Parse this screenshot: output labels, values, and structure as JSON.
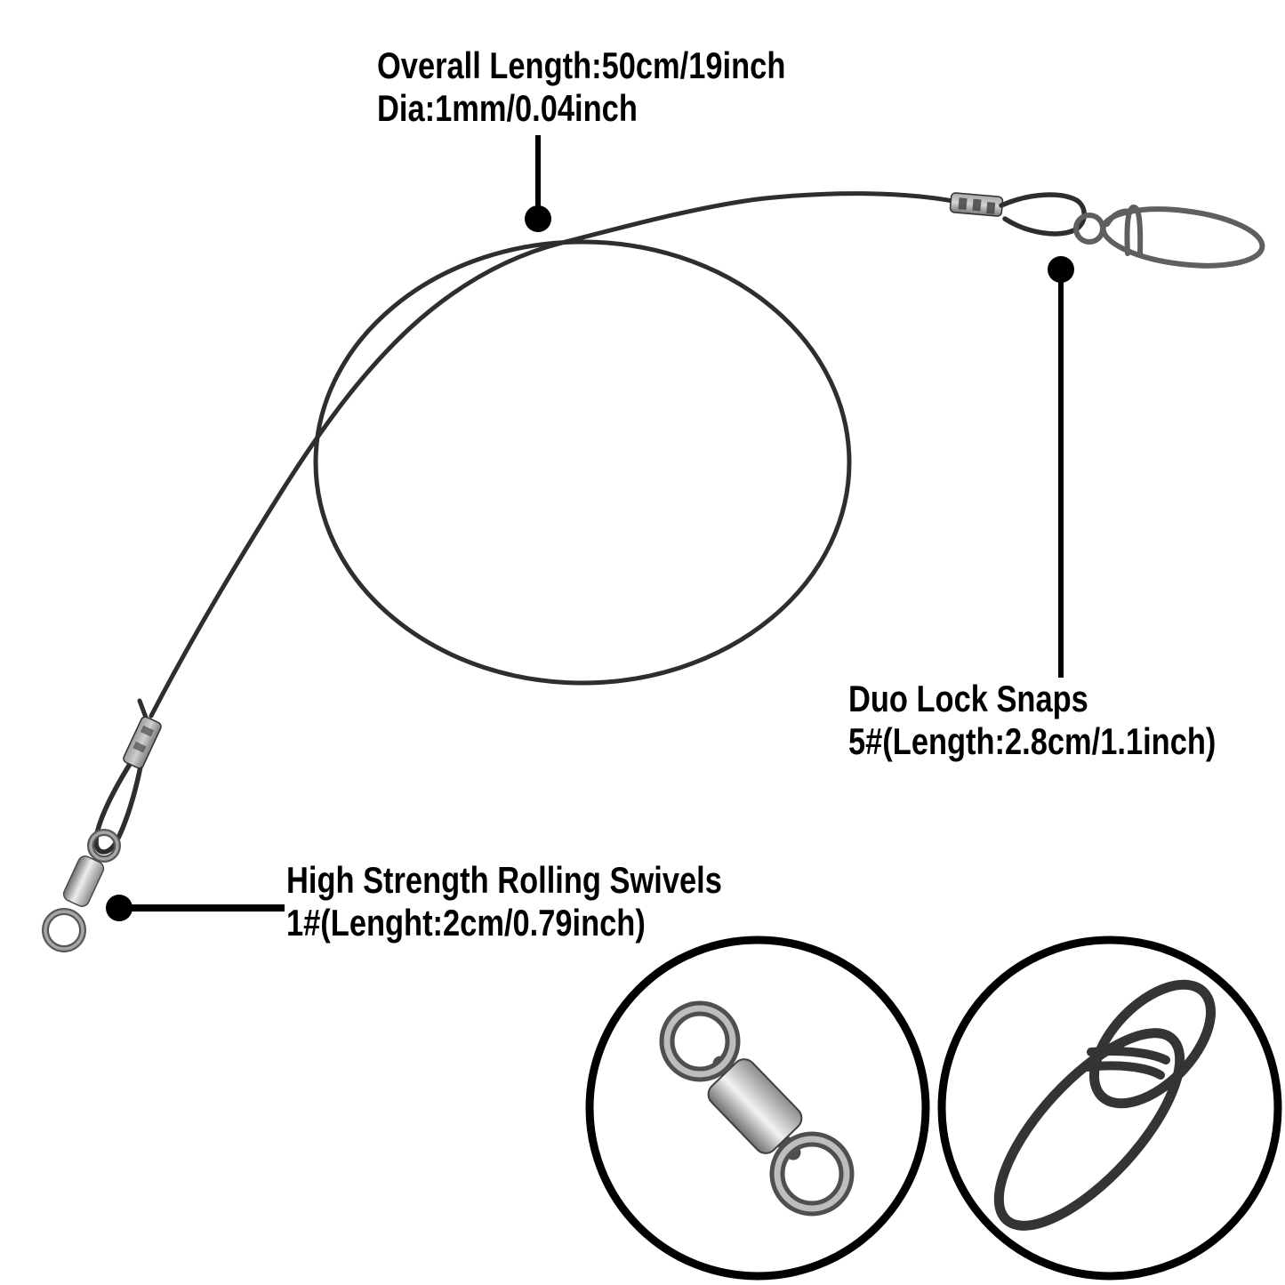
{
  "background": "#ffffff",
  "colors": {
    "wire": "#2e2e2e",
    "snap_metal": "#5f5f5f",
    "swivel_metal": "#8a8a8a",
    "callout": "#000000",
    "text": "#000000"
  },
  "callouts": {
    "overall": {
      "line1": "Overall Length:50cm/19inch",
      "line2": "Dia:1mm/0.04inch"
    },
    "duo_lock": {
      "line1": "Duo Lock Snaps",
      "line2": "5#(Length:2.8cm/1.1inch)"
    },
    "swivel": {
      "line1": "High Strength Rolling Swivels",
      "line2": "1#(Lenght:2cm/0.79inch)"
    }
  }
}
